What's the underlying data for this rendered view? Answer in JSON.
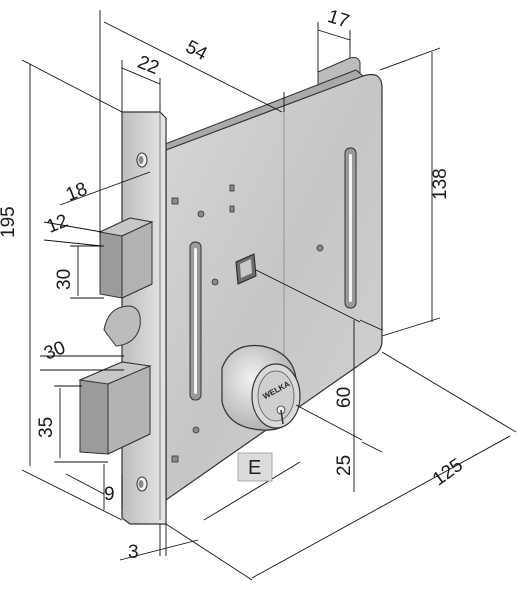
{
  "dimensions": {
    "width_54": "54",
    "depth_17": "17",
    "faceplate_22": "22",
    "height_195": "195",
    "height_138": "138",
    "offset_18": "18",
    "offset_12": "12",
    "latch_30": "30",
    "gap_30": "30",
    "bolt_35": "35",
    "bolt_9": "9",
    "plate_3": "3",
    "backset_60": "60",
    "spacing_25": "25",
    "length_125": "125"
  },
  "cylinder_brand": "WELKA",
  "cylinder_label": "E"
}
